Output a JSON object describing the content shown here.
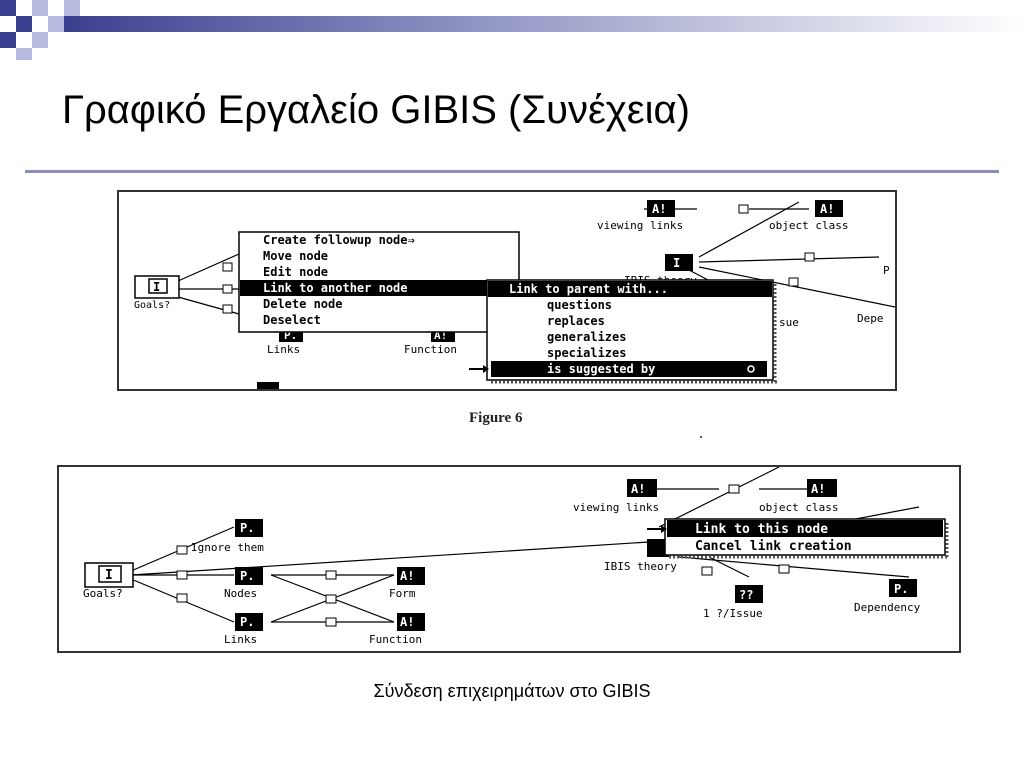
{
  "slide": {
    "title": "Γραφικό Εργαλείο GIBIS (Συνέχεια)",
    "figure_caption": "Figure 6",
    "bottom_caption": "Σύνδεση επιχειρημάτων στο GIBIS",
    "accent_color": "#8a8fc0",
    "deco_color": "#3b3f8f"
  },
  "figure1": {
    "context_menu": {
      "items": [
        "Create followup node⇒",
        "Move node",
        "Edit node",
        "Link to another node",
        "Delete node",
        "Deselect"
      ],
      "selected": "Link to another node"
    },
    "submenu": {
      "header": "Link to parent with...",
      "items": [
        "questions",
        "replaces",
        "generalizes",
        "specializes",
        "is suggested by"
      ],
      "selected": "is suggested by"
    },
    "nodes": {
      "goals_icon": "I",
      "goals_label": "Goals?",
      "viewing_icon": "A!",
      "viewing_label": "viewing links",
      "object_icon": "A!",
      "object_label": "object class",
      "ibis_icon": "I",
      "ibis_label": "IBIS theory",
      "links_icon": "P.",
      "links_label": "Links",
      "function_icon": "A!",
      "function_label": "Function",
      "issue_label": "sue",
      "dep_label": "Depe",
      "p_label": "P"
    }
  },
  "figure2": {
    "context_menu": {
      "items": [
        "Link to this node",
        "Cancel link creation"
      ],
      "selected": "Link to this node"
    },
    "nodes": {
      "goals_icon": "I",
      "goals_label": "Goals?",
      "ignore_icon": "P.",
      "ignore_label": "Ignore them",
      "nodes_icon": "P.",
      "nodes_label": "Nodes",
      "links_icon": "P.",
      "links_label": "Links",
      "form_icon": "A!",
      "form_label": "Form",
      "function_icon": "A!",
      "function_label": "Function",
      "viewing_icon": "A!",
      "viewing_label": "viewing links",
      "object_icon": "A!",
      "object_label": "object class",
      "ibis_label": "IBIS theory",
      "issue_icon": "??",
      "issue_label": "1 ?/Issue",
      "dep_icon": "P.",
      "dep_label": "Dependency"
    }
  }
}
